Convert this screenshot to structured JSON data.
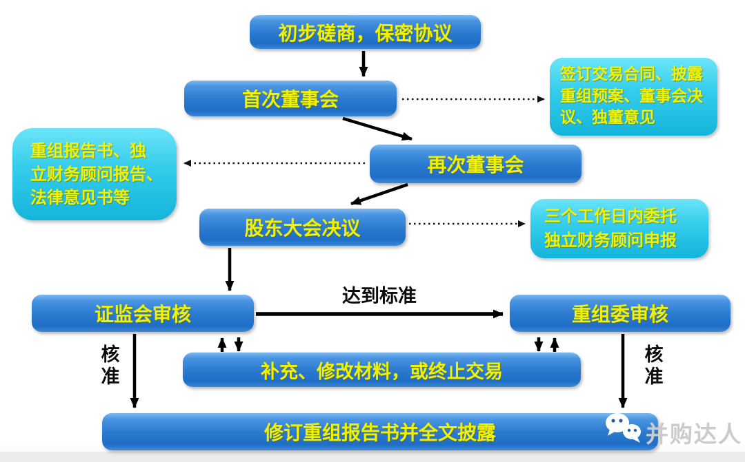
{
  "flowchart": {
    "nodes": {
      "preliminary": {
        "text": "初步磋商，保密协议"
      },
      "first_board": {
        "text": "首次董事会"
      },
      "disclosure_note": {
        "text": "签订交易合同、披露\n重组预案、董事会决\n议、独董意见"
      },
      "second_board": {
        "text": "再次董事会"
      },
      "report_note": {
        "text": "重组报告书、独\n立财务顾问报告、\n法律意见书等"
      },
      "shareholders": {
        "text": "股东大会决议"
      },
      "declare_note": {
        "text": "三个工作日内委托\n独立财务顾问申报"
      },
      "csrc_review": {
        "text": "证监会审核"
      },
      "committee_review": {
        "text": "重组委审核"
      },
      "supplement": {
        "text": "补充、修改材料，或终止交易"
      },
      "revise": {
        "text": "修订重组报告书并全文披露"
      }
    },
    "edge_labels": {
      "meets_standard": "达到标准",
      "approve_left": "核\n准",
      "approve_right": "核\n准"
    }
  },
  "watermark": {
    "text": "并购达人",
    "icon": "wechat-icon"
  },
  "colors": {
    "box_blue": "#2b7ad0",
    "box_cyan": "#1fc0e4",
    "text_yellow": "#f2f200",
    "arrow_black": "#000000",
    "label_black": "#0b0b0b",
    "watermark_grey": "#cbcbcb"
  }
}
